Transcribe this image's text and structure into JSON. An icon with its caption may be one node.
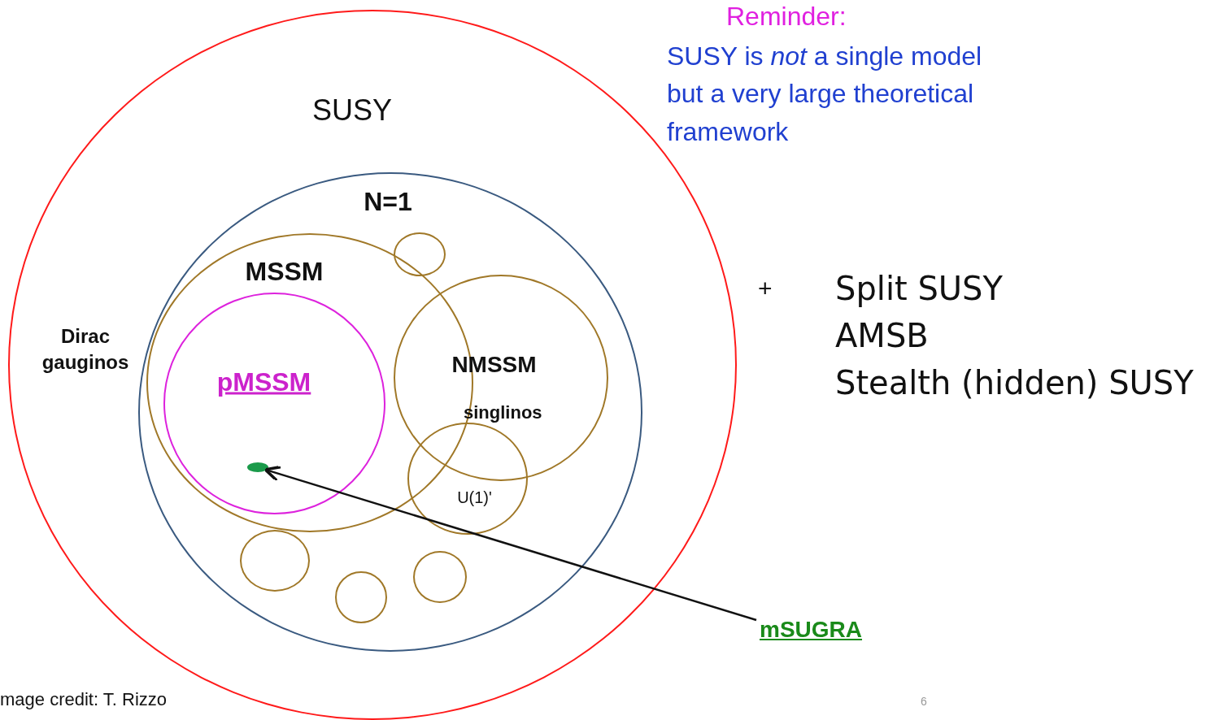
{
  "diagram": {
    "nodes": [
      {
        "text": [
          "SUSY"
        ]
      },
      {
        "text": [
          "N=1"
        ],
        "in": 0
      },
      {
        "text": [
          "MSSM"
        ],
        "in": 1
      },
      {
        "text": [
          "pMSSM"
        ],
        "in": 2
      },
      {
        "text": [],
        "shape": "circle",
        "in": 3
      },
      {
        "text": [
          "NMSSM"
        ],
        "in": 1
      },
      {
        "text": [
          "U(1)'"
        ],
        "in": 1
      },
      {
        "text": [],
        "shape": "circle",
        "in": 2
      },
      {
        "text": [],
        "shape": "circle",
        "in": 1
      },
      {
        "text": [],
        "shape": "circle",
        "in": 1
      },
      {
        "text": [],
        "shape": "circle",
        "in": 1
      },
      {
        "text": [
          "mSUGRA"
        ]
      }
    ],
    "edges": [
      {
        "from": 11,
        "to": 4,
        "arrow": "to"
      }
    ],
    "labels": [
      "Reminder:",
      "SUSY is *not* a single model but a very large theoretical framework",
      "Dirac gauginos",
      "singlinos",
      "+",
      "Split SUSY",
      "AMSB",
      "Stealth (hidden) SUSY",
      "mage credit: T. Rizzo",
      "6"
    ]
  }
}
